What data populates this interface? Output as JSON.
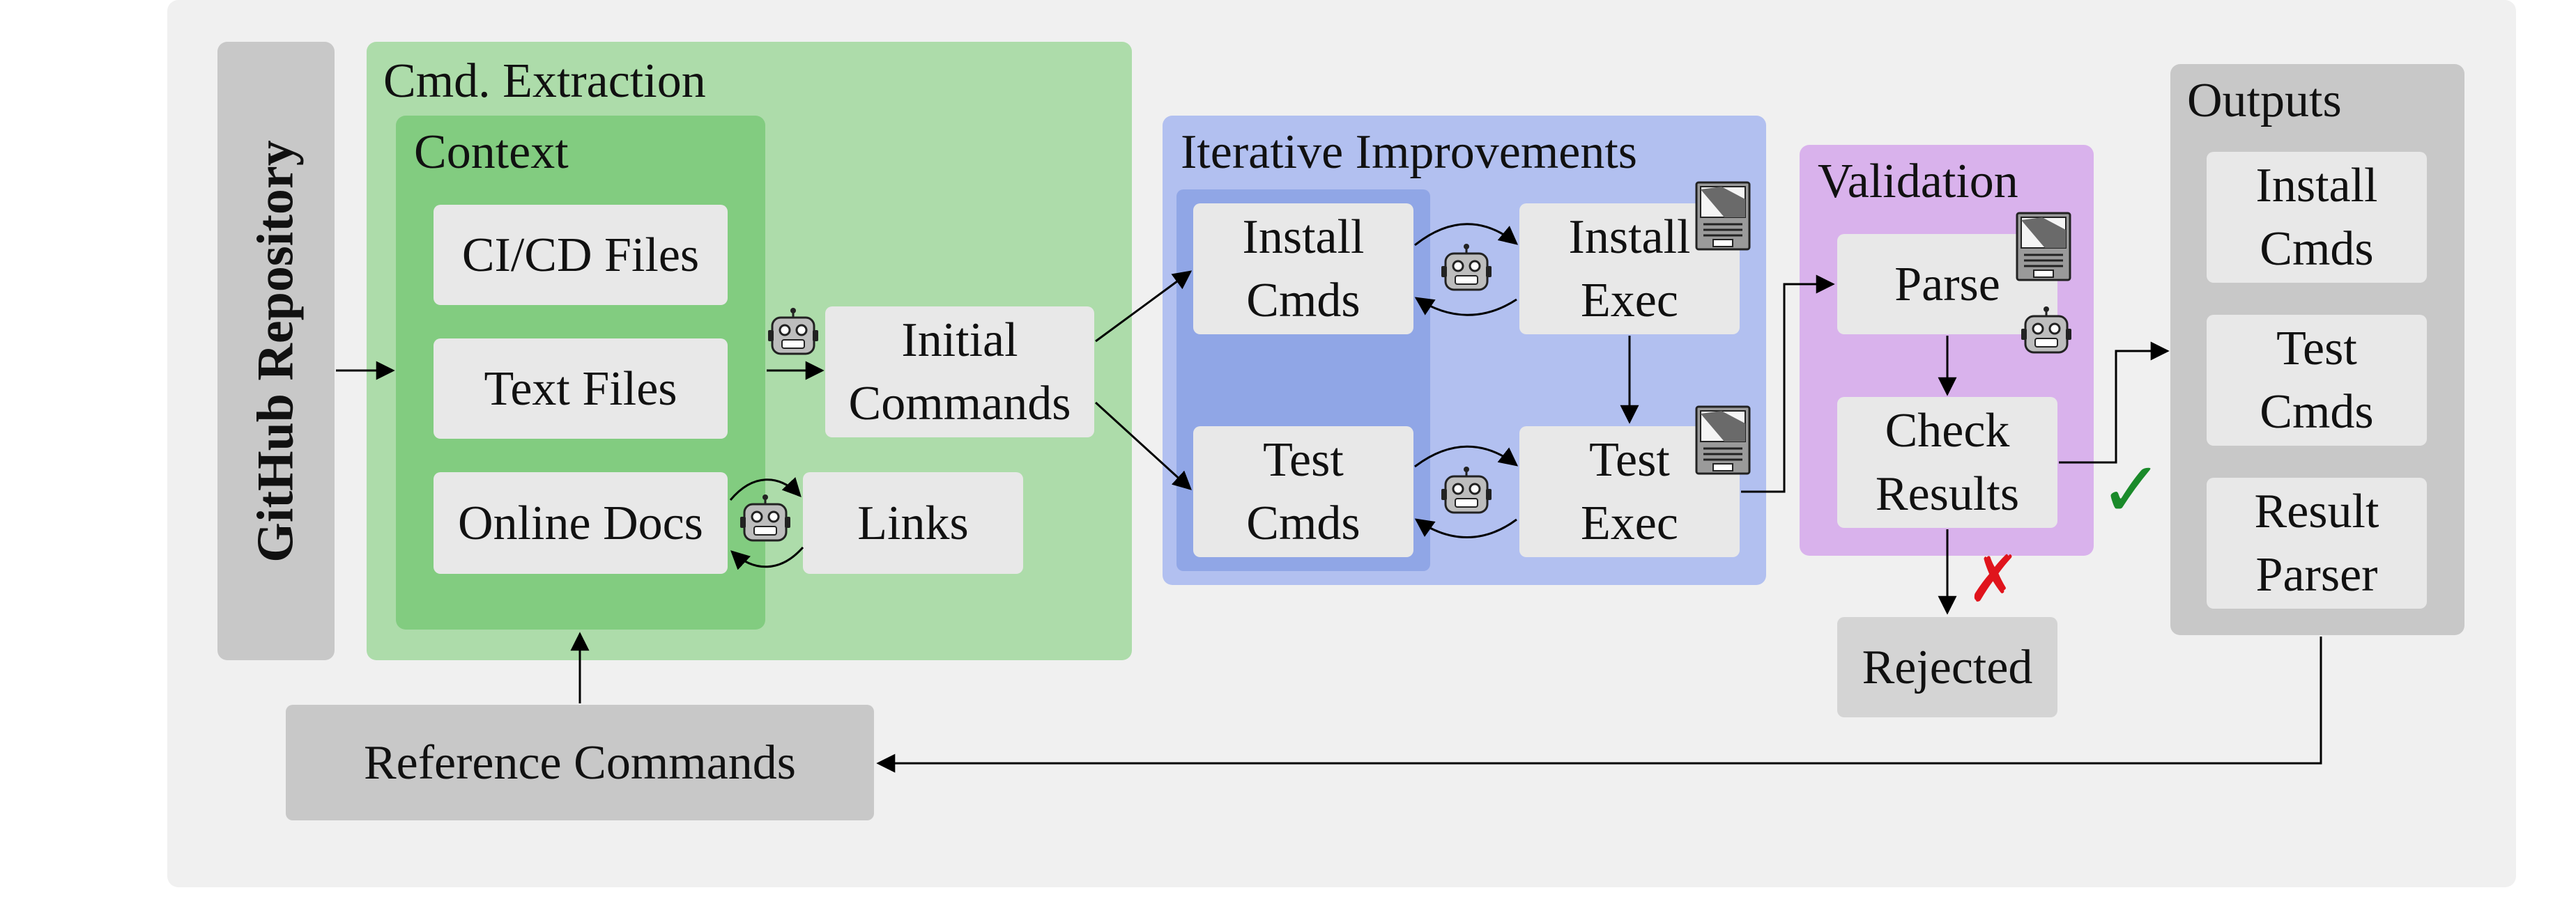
{
  "repo": {
    "label": "GitHub Repository"
  },
  "extraction": {
    "title": "Cmd. Extraction",
    "context": {
      "title": "Context",
      "items": [
        "CI/CD Files",
        "Text Files",
        "Online Docs"
      ]
    },
    "links": "Links",
    "initial_commands": "Initial\nCommands"
  },
  "iterative": {
    "title": "Iterative Improvements",
    "install_cmds": "Install\nCmds",
    "test_cmds": "Test\nCmds",
    "install_exec": "Install\nExec",
    "test_exec": "Test\nExec"
  },
  "validation": {
    "title": "Validation",
    "parse": "Parse",
    "check_results": "Check\nResults",
    "rejected": "Rejected",
    "pass_mark": "✓",
    "fail_mark": "✗"
  },
  "outputs": {
    "title": "Outputs",
    "items": [
      "Install\nCmds",
      "Test\nCmds",
      "Result\nParser"
    ]
  },
  "reference": {
    "label": "Reference Commands"
  },
  "colors": {
    "frame": "#f0f0f0",
    "repo": "#c8c8c8",
    "extraction": "#addcaa",
    "context": "#82cc80",
    "iterative": "#b2c0f0",
    "iterative_inner": "#90a6e6",
    "validation": "#d9b2ec",
    "outputs": "#c8c8c8",
    "reference": "#c8c8c8",
    "pass": "#1a8a2a",
    "fail": "#e0141c"
  },
  "icons": [
    "robot-icon",
    "terminal-icon"
  ]
}
